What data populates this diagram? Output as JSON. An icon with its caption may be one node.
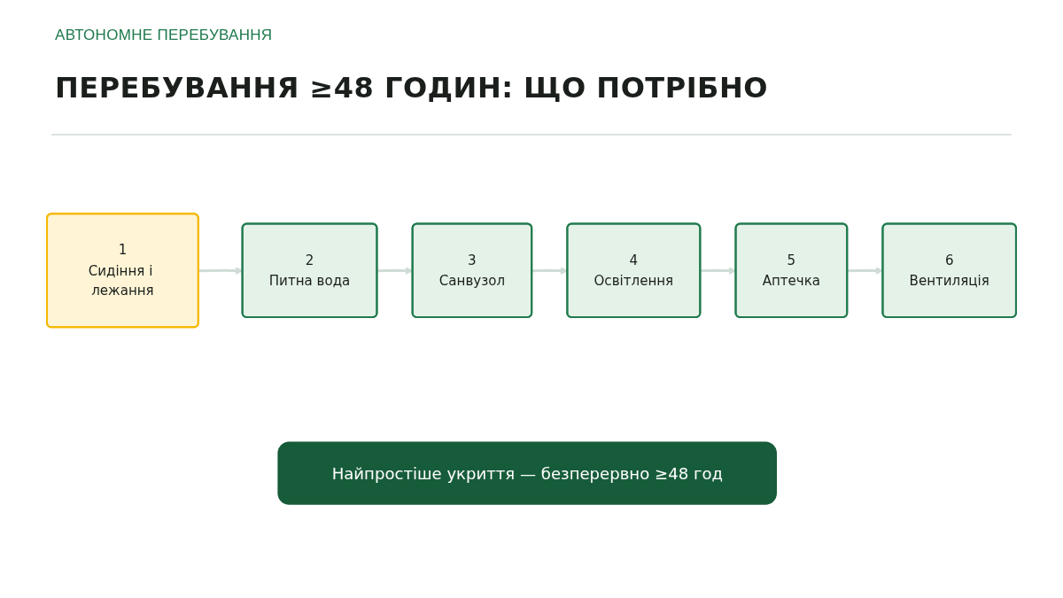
{
  "diagram": {
    "title": "ПЕРЕБУВАННЯ ≥48 ГОДИН: ЩО ПОТРІБНО",
    "nodes": [
      {
        "text": [
          "1",
          "Сидіння і лежання"
        ]
      },
      {
        "text": [
          "2",
          "Питна вода"
        ]
      },
      {
        "text": [
          "3",
          "Санвузол"
        ]
      },
      {
        "text": [
          "4",
          "Освітлення"
        ]
      },
      {
        "text": [
          "5",
          "Аптечка"
        ]
      },
      {
        "text": [
          "6",
          "Вентиляція"
        ]
      },
      {
        "text": [
          "Найпростіше укриття — безперервно ≥48 год"
        ]
      }
    ],
    "edges": [
      {
        "from": 0,
        "to": 1,
        "arrow": "to"
      },
      {
        "from": 1,
        "to": 2,
        "arrow": "to"
      },
      {
        "from": 2,
        "to": 3,
        "arrow": "to"
      },
      {
        "from": 3,
        "to": 4,
        "arrow": "to"
      },
      {
        "from": 4,
        "to": 5,
        "arrow": "to"
      }
    ],
    "labels": [
      "АВТОНОМНЕ ПЕРЕБУВАННЯ"
    ]
  }
}
